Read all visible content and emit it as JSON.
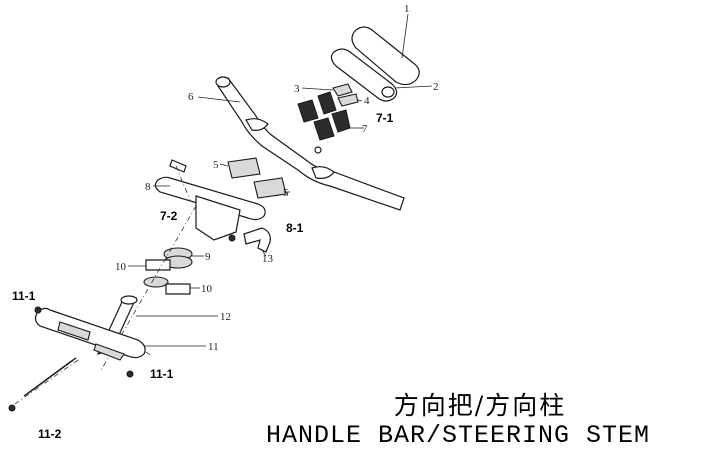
{
  "labels": {
    "p1": "1",
    "p2": "2",
    "p3": "3",
    "p4": "4",
    "p5a": "5",
    "p5b": "5",
    "p6": "6",
    "p7": "7",
    "p7_1": "7-1",
    "p7_2": "7-2",
    "p8": "8",
    "p8_1": "8-1",
    "p9": "9",
    "p10a": "10",
    "p10b": "10",
    "p11": "11",
    "p11_1a": "11-1",
    "p11_1b": "11-1",
    "p11_2": "11-2",
    "p12": "12",
    "p13": "13"
  },
  "title": {
    "chinese": "方向把/方向柱",
    "english": "HANDLE BAR/STEERING STEM"
  }
}
